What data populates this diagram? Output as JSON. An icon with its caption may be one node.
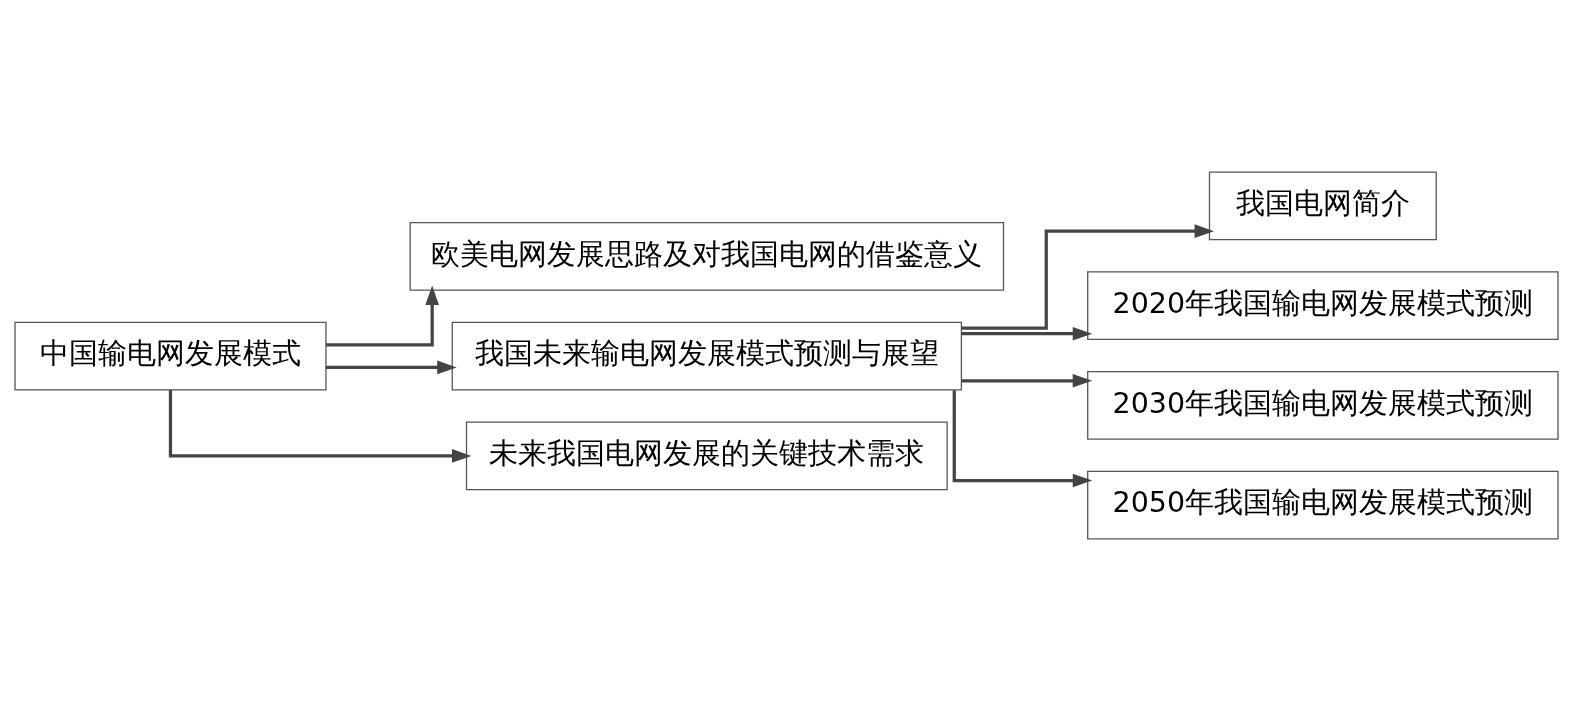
{
  "diagram": {
    "nodes": [
      {
        "text": [
          "中国输电网发展模式"
        ]
      },
      {
        "text": [
          "欧美电网发展思路及对我国电网的借鉴意义"
        ]
      },
      {
        "text": [
          "我国未来输电网发展模式预测与展望"
        ]
      },
      {
        "text": [
          "未来我国电网发展的关键技术需求"
        ]
      },
      {
        "text": [
          "我国电网简介"
        ]
      },
      {
        "text": [
          "2020年我国输电网发展模式预测"
        ]
      },
      {
        "text": [
          "2030年我国输电网发展模式预测"
        ]
      },
      {
        "text": [
          "2050年我国输电网发展模式预测"
        ]
      }
    ],
    "edges": [
      {
        "from": 0,
        "to": 1,
        "arrow": "to"
      },
      {
        "from": 0,
        "to": 2,
        "arrow": "to"
      },
      {
        "from": 0,
        "to": 3,
        "arrow": "to"
      },
      {
        "from": 2,
        "to": 4,
        "arrow": "to"
      },
      {
        "from": 2,
        "to": 5,
        "arrow": "to"
      },
      {
        "from": 2,
        "to": 6,
        "arrow": "to"
      },
      {
        "from": 2,
        "to": 7,
        "arrow": "to"
      }
    ]
  }
}
